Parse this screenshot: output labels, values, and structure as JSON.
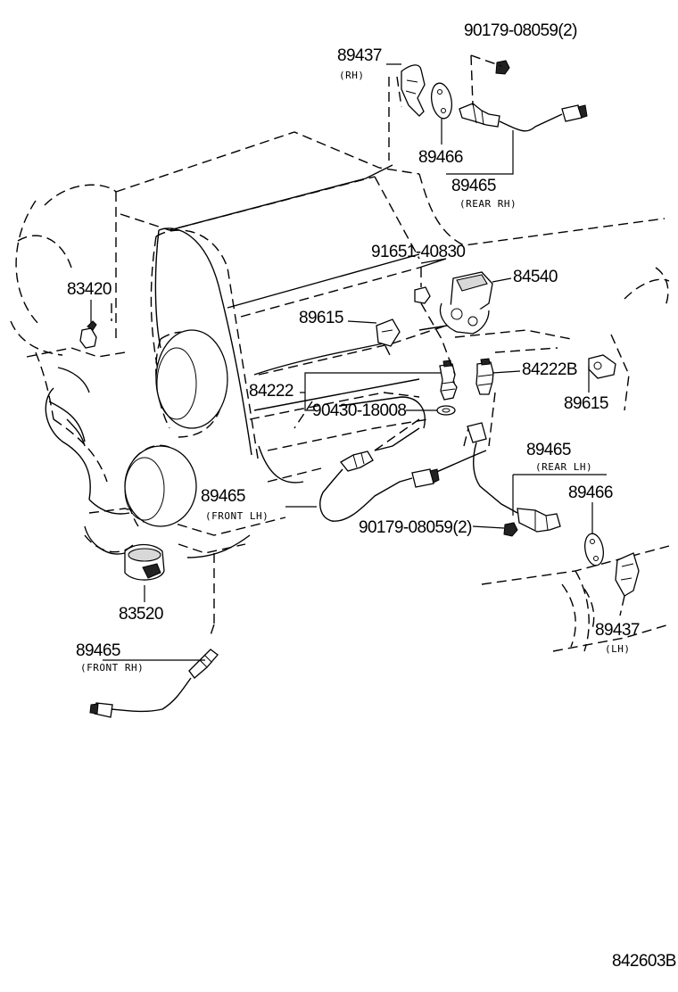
{
  "labels": {
    "p90179_top": "90179-08059(2)",
    "p89437_rh": "89437",
    "p89437_rh_note": "(RH)",
    "p89466_top": "89466",
    "p89465_rear_rh": "89465",
    "p89465_rear_rh_note": "(REAR RH)",
    "p91651": "91651-40830",
    "p84540": "84540",
    "p83420": "83420",
    "p89615_left": "89615",
    "p84222": "84222",
    "p84222B": "84222B",
    "p89615_right": "89615",
    "p90430": "90430-18008",
    "p89465_rear_lh": "89465",
    "p89465_rear_lh_note": "(REAR LH)",
    "p89466_lh": "89466",
    "p89465_front_lh": "89465",
    "p89465_front_lh_note": "(FRONT LH)",
    "p90179_bottom": "90179-08059(2)",
    "p83520": "83520",
    "p89437_lh": "89437",
    "p89437_lh_note": "(LH)",
    "p89465_front_rh": "89465",
    "p89465_front_rh_note": "(FRONT RH)",
    "diagram_code": "842603B"
  }
}
